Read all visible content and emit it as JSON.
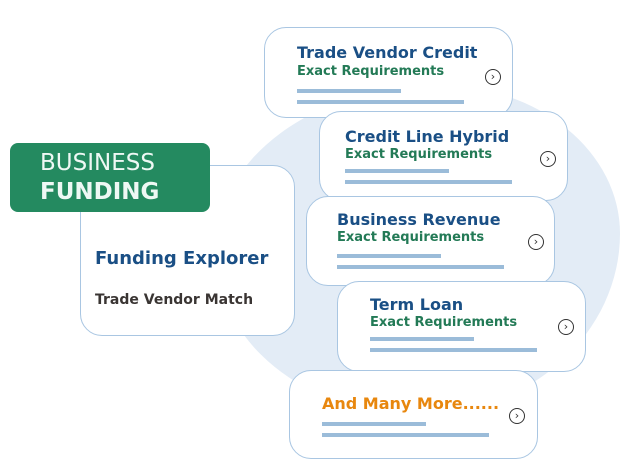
{
  "badge": {
    "line1": "BUSINESS",
    "line2": "FUNDING",
    "color": "#248a60"
  },
  "main_card": {
    "title": "Funding Explorer",
    "subtitle": "Trade Vendor Match"
  },
  "cards": [
    {
      "title": "Trade Vendor Credit",
      "subtitle": "Exact Requirements"
    },
    {
      "title": "Credit Line Hybrid",
      "subtitle": "Exact Requirements"
    },
    {
      "title": "Business Revenue",
      "subtitle": "Exact Requirements"
    },
    {
      "title": "Term Loan",
      "subtitle": "Exact Requirements"
    },
    {
      "title": "And Many More......"
    }
  ],
  "arrow_glyph": "›"
}
